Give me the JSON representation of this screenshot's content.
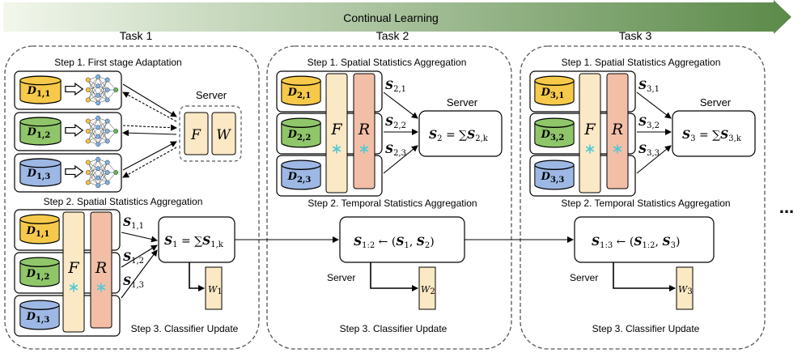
{
  "banner": {
    "label": "Continual Learning"
  },
  "tasks": [
    {
      "title": "Task 1",
      "step1": "Step 1. First stage Adaptation",
      "step2": "Step 2. Spatial Statistics Aggregation",
      "step3": "Step 3. Classifier Update",
      "server": "Server",
      "server_modules": [
        "F",
        "W"
      ],
      "datasets_top": [
        "1,1",
        "1,2",
        "1,3"
      ],
      "datasets_bottom": [
        "1,1",
        "1,2",
        "1,3"
      ],
      "extractors": [
        "F",
        "R"
      ],
      "stat_labels": [
        "1,1",
        "1,2",
        "1,3"
      ],
      "formula": {
        "lhs": "1",
        "rhs": "1,k"
      },
      "classifier": "1"
    },
    {
      "title": "Task 2",
      "step1": "Step 1. Spatial Statistics Aggregation",
      "step2": "Step 2. Temporal Statistics Aggregation",
      "step3": "Step 3. Classifier Update",
      "server_top": "Server",
      "server_bottom": "Server",
      "datasets": [
        "2,1",
        "2,2",
        "2,3"
      ],
      "extractors": [
        "F",
        "R"
      ],
      "stat_labels": [
        "2,1",
        "2,2",
        "2,3"
      ],
      "formula_spatial": {
        "lhs": "2",
        "rhs": "2,k"
      },
      "formula_temporal": {
        "lhs": "1:2",
        "a": "1",
        "b": "2"
      },
      "classifier": "2"
    },
    {
      "title": "Task 3",
      "step1": "Step 1. Spatial Statistics Aggregation",
      "step2": "Step 2. Temporal Statistics Aggregation",
      "step3": "Step 3. Classifier Update",
      "server_top": "Server",
      "server_bottom": "Server",
      "datasets": [
        "3,1",
        "3,2",
        "3,3"
      ],
      "extractors": [
        "F",
        "R"
      ],
      "stat_labels": [
        "3,1",
        "3,2",
        "3,3"
      ],
      "formula_spatial": {
        "lhs": "3",
        "rhs": "3,k"
      },
      "formula_temporal": {
        "lhs": "1:3",
        "a": "1:2",
        "b": "3"
      },
      "classifier": "3"
    }
  ],
  "continuation": "...",
  "colors": {
    "banner_start": "#eef5e6",
    "banner_end": "#5d8a4a",
    "db_client1": "#f6c94a",
    "db_client2": "#8fc66a",
    "db_client3": "#9db8e4",
    "extractor_f": "#fbe8c4",
    "extractor_r": "#f2bfa6",
    "classifier": "#fbe9c4",
    "snowflake": "#4fc9d6",
    "dashed_border": "#555555"
  },
  "icons": [
    "database-icon",
    "hollow-arrow-icon",
    "neural-network-icon",
    "snowflake-icon"
  ]
}
